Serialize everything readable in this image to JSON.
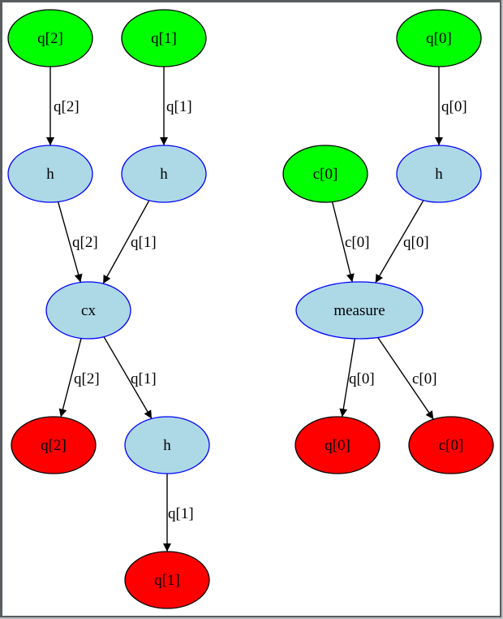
{
  "diagram": {
    "type": "dag",
    "description": "Quantum circuit DAG",
    "colors": {
      "input_node": "#00ff00",
      "output_node": "#ff0000",
      "op_node_fill": "#add8e6",
      "op_node_stroke": "#0000ff",
      "io_node_stroke": "#000000",
      "edge": "#000000"
    },
    "nodes": [
      {
        "id": "in_q2",
        "label": "q[2]",
        "kind": "input"
      },
      {
        "id": "in_q1",
        "label": "q[1]",
        "kind": "input"
      },
      {
        "id": "in_q0",
        "label": "q[0]",
        "kind": "input"
      },
      {
        "id": "in_c0",
        "label": "c[0]",
        "kind": "input"
      },
      {
        "id": "h_q2",
        "label": "h",
        "kind": "op"
      },
      {
        "id": "h_q1",
        "label": "h",
        "kind": "op"
      },
      {
        "id": "h_q0",
        "label": "h",
        "kind": "op"
      },
      {
        "id": "cx",
        "label": "cx",
        "kind": "op"
      },
      {
        "id": "measure",
        "label": "measure",
        "kind": "op"
      },
      {
        "id": "h_q1b",
        "label": "h",
        "kind": "op"
      },
      {
        "id": "out_q2",
        "label": "q[2]",
        "kind": "output"
      },
      {
        "id": "out_q1",
        "label": "q[1]",
        "kind": "output"
      },
      {
        "id": "out_q0",
        "label": "q[0]",
        "kind": "output"
      },
      {
        "id": "out_c0",
        "label": "c[0]",
        "kind": "output"
      }
    ],
    "edges": [
      {
        "from": "in_q2",
        "to": "h_q2",
        "label": "q[2]"
      },
      {
        "from": "in_q1",
        "to": "h_q1",
        "label": "q[1]"
      },
      {
        "from": "in_q0",
        "to": "h_q0",
        "label": "q[0]"
      },
      {
        "from": "h_q2",
        "to": "cx",
        "label": "q[2]"
      },
      {
        "from": "h_q1",
        "to": "cx",
        "label": "q[1]"
      },
      {
        "from": "in_c0",
        "to": "measure",
        "label": "c[0]"
      },
      {
        "from": "h_q0",
        "to": "measure",
        "label": "q[0]"
      },
      {
        "from": "cx",
        "to": "out_q2",
        "label": "q[2]"
      },
      {
        "from": "cx",
        "to": "h_q1b",
        "label": "q[1]"
      },
      {
        "from": "measure",
        "to": "out_q0",
        "label": "q[0]"
      },
      {
        "from": "measure",
        "to": "out_c0",
        "label": "c[0]"
      },
      {
        "from": "h_q1b",
        "to": "out_q1",
        "label": "q[1]"
      }
    ]
  }
}
